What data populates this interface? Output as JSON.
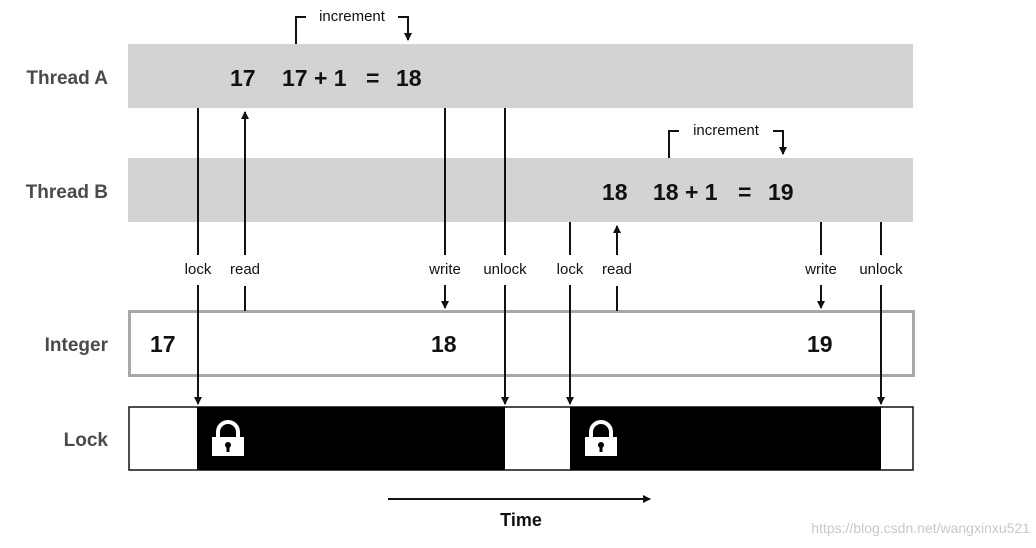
{
  "labels": {
    "thread_a": "Thread A",
    "thread_b": "Thread B",
    "integer": "Integer",
    "lock": "Lock",
    "time": "Time"
  },
  "thread_a": {
    "read_value": "17",
    "expression": "17 + 1",
    "equals": "=",
    "result": "18",
    "increment": "increment"
  },
  "thread_b": {
    "read_value": "18",
    "expression": "18 + 1",
    "equals": "=",
    "result": "19",
    "increment": "increment"
  },
  "operations": {
    "lock_a": "lock",
    "read_a": "read",
    "write_a": "write",
    "unlock_a": "unlock",
    "lock_b": "lock",
    "read_b": "read",
    "write_b": "write",
    "unlock_b": "unlock"
  },
  "integer_values": {
    "initial": "17",
    "after_a": "18",
    "after_b": "19"
  },
  "watermark": "https://blog.csdn.net/wangxinxu521",
  "colors": {
    "band": "#d3d3d3",
    "lock_fill": "#000000",
    "stroke": "#111111"
  },
  "icons": [
    "lock-icon",
    "lock-icon"
  ]
}
